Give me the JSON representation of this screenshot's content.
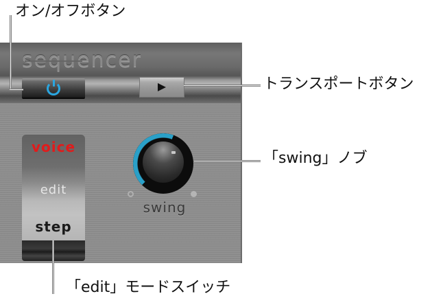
{
  "callouts": {
    "power": "オン/オフボタン",
    "transport": "トランスポートボタン",
    "swing": "「swing」ノブ",
    "edit_mode": "「edit」モードスイッチ"
  },
  "panel": {
    "title": "sequencer",
    "power_button": {
      "icon": "power-icon",
      "state": "on",
      "color": "#2aa6e0"
    },
    "transport_button": {
      "icon": "play-icon"
    },
    "mode_switch": {
      "options": [
        "voice",
        "edit",
        "step"
      ],
      "active": "voice",
      "active_color": "#e11b1b"
    },
    "swing_knob": {
      "label": "swing",
      "arc_color": "#2aa0c8"
    }
  }
}
